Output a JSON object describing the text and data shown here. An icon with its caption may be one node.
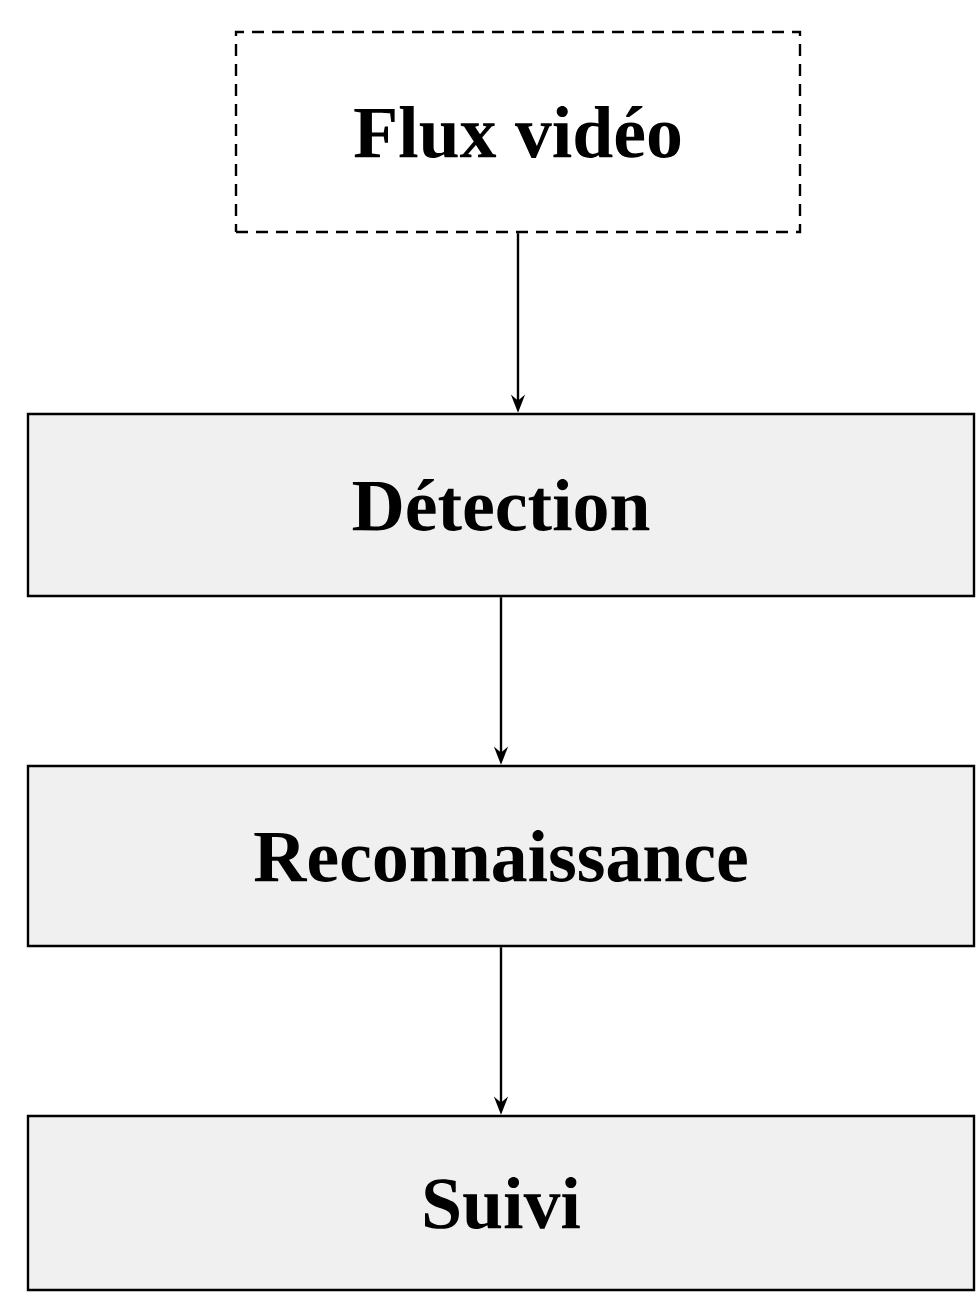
{
  "diagram": {
    "nodes": [
      {
        "text": [
          "Flux vidéo"
        ]
      },
      {
        "text": [
          "Détection"
        ]
      },
      {
        "text": [
          "Reconnaissance"
        ]
      },
      {
        "text": [
          "Suivi"
        ]
      }
    ],
    "edges": [
      {
        "from": 0,
        "to": 1,
        "arrow": "to"
      },
      {
        "from": 1,
        "to": 2,
        "arrow": "to"
      },
      {
        "from": 2,
        "to": 3,
        "arrow": "to"
      }
    ]
  }
}
